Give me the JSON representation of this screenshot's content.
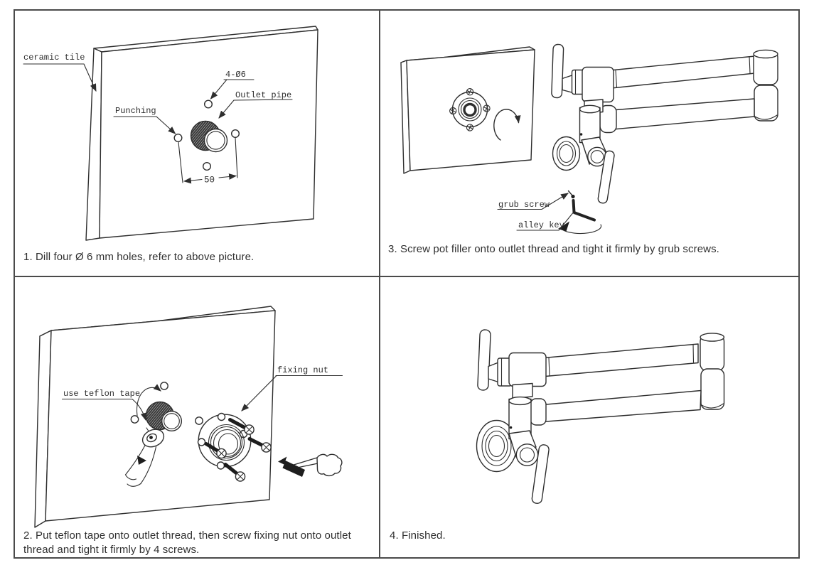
{
  "colors": {
    "line": "#2e2e2e",
    "border": "#4a4a4a",
    "background": "#ffffff"
  },
  "steps": {
    "step1": {
      "caption": "1. Dill four Ø 6 mm holes, refer to above picture.",
      "labels": {
        "ceramic_tile": "ceramic tile",
        "punching": "Punching",
        "hole_spec": "4-Ø6",
        "outlet_pipe": "Outlet pipe",
        "dimension_50": "50"
      }
    },
    "step2": {
      "caption": "2. Put teflon tape onto outlet thread, then screw fixing nut onto outlet thread and tight it firmly by 4 screws.",
      "labels": {
        "use_teflon_tape": "use teflon tape",
        "fixing_nut": "fixing nut"
      }
    },
    "step3": {
      "caption": "3. Screw pot filler onto outlet thread and tight it firmly by grub screws.",
      "labels": {
        "grub_screw": "grub screw",
        "alley_key": "alley key"
      }
    },
    "step4": {
      "caption": "4. Finished."
    }
  }
}
